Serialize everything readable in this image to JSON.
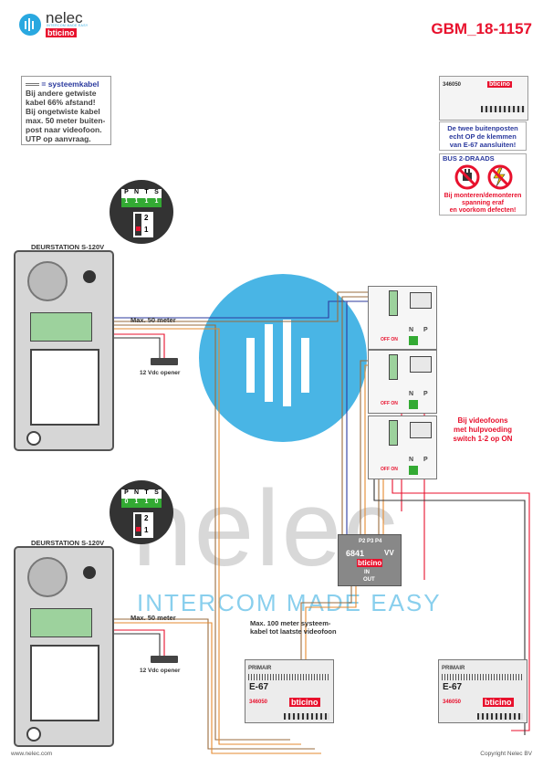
{
  "header": {
    "brand_name": "nelec",
    "brand_tagline": "INTERCOM MADE EASY",
    "partner_brand": "bticino",
    "doc_code": "GBM_18-1157"
  },
  "cable_note": {
    "legend_label": "= systeemkabel",
    "lines": [
      "Bij andere getwiste",
      "kabel 66% afstand!",
      "Bij ongetwiste kabel",
      "max. 50 meter buiten-",
      "post naar videofoon.",
      "UTP op aanvraag."
    ]
  },
  "warnings": {
    "module_code": "346050",
    "two_posts": [
      "De twee buitenposten",
      "echt OP de klemmen",
      "van E-67 aansluiten!"
    ],
    "bus_title": "BUS 2-DRAADS",
    "bus_warning": [
      "Bij monteren/demonteren",
      "spanning eraf",
      "en voorkom defecten!"
    ]
  },
  "door_stations": [
    {
      "title": "DEURSTATION S-120V",
      "terminals": [
        "P",
        "N",
        "T",
        "S"
      ],
      "jumper_labels": [
        "1",
        "1",
        "1",
        "1"
      ],
      "switch_labels": [
        "2",
        "1"
      ],
      "max_label": "Max. 50 meter",
      "opener_label": "12 Vdc opener"
    },
    {
      "title": "DEURSTATION S-120V",
      "terminals": [
        "P",
        "N",
        "T",
        "S"
      ],
      "jumper_labels": [
        "0",
        "1",
        "1",
        "0"
      ],
      "switch_labels": [
        "2",
        "1"
      ],
      "max_label": "Max. 50 meter",
      "opener_label": "12 Vdc opener"
    }
  ],
  "distributor": {
    "code": "6841",
    "suffix": "VV",
    "ports": [
      "P2",
      "P3",
      "P4"
    ],
    "in_label": "IN",
    "out_label": "OUT"
  },
  "videophone_note": [
    "Bij videofoons",
    "met hulpvoeding",
    "switch 1-2 op ON"
  ],
  "np_labels": [
    "N",
    "P"
  ],
  "offon": "OFF ON",
  "system_cable_note": [
    "Max. 100 meter systeem-",
    "kabel tot laatste videofoon"
  ],
  "power_supplies": [
    {
      "primary": "PRIMAIR",
      "model": "E-67",
      "code": "346050",
      "brand": "bticino"
    },
    {
      "primary": "PRIMAIR",
      "model": "E-67",
      "code": "346050",
      "brand": "bticino"
    }
  ],
  "footer": {
    "website": "www.nelec.com",
    "copyright": "Copyright Nelec BV"
  },
  "watermark": {
    "text": "nelec",
    "tagline": "INTERCOM MADE EASY"
  },
  "colors": {
    "brand_blue": "#29a8e0",
    "red": "#e8112d",
    "navy": "#2b3a9e",
    "wire_brown": "#9a6b3c",
    "wire_orange": "#e58a2f"
  }
}
